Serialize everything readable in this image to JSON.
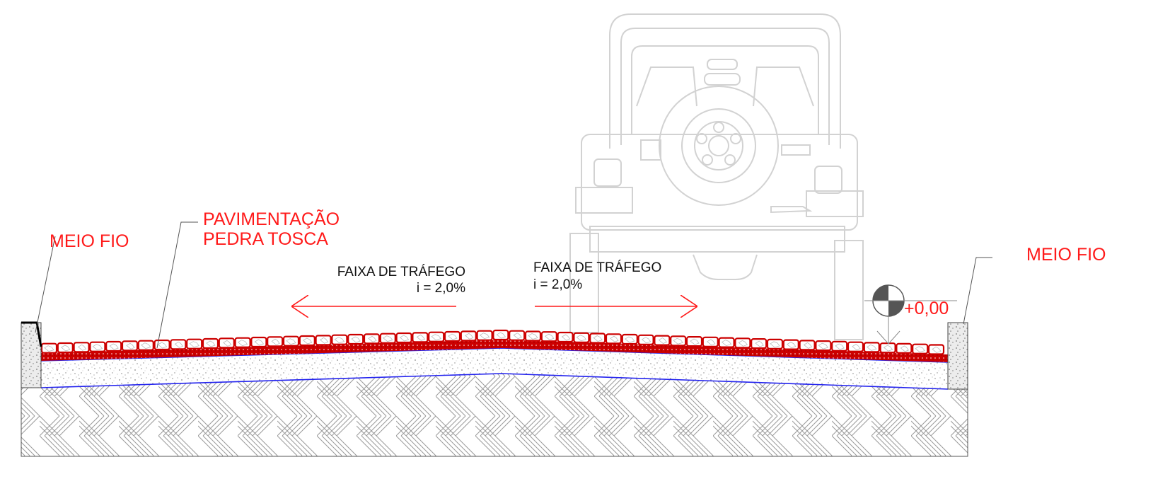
{
  "labels": {
    "curb_left": "MEIO FIO",
    "curb_right": "MEIO FIO",
    "paving_line1": "PAVIMENTAÇÃO",
    "paving_line2": "PEDRA TOSCA",
    "lane_left_title": "FAIXA DE TRÁFEGO",
    "lane_left_slope": "i = 2,0%",
    "lane_right_title": "FAIXA DE TRÁFEGO",
    "lane_right_slope": "i = 2,0%",
    "level_mark": "+0,00"
  },
  "icons": {
    "vehicle": "jeep-rear-view-icon",
    "level": "level-datum-icon",
    "arrows": "slope-direction-arrow-icon"
  },
  "colors": {
    "annotation": "#ff1a1a",
    "paving_stone": "#cc0000",
    "base_line": "#2222ee",
    "hatch": "#9a9a9a",
    "vehicle": "#d2d2d2"
  }
}
